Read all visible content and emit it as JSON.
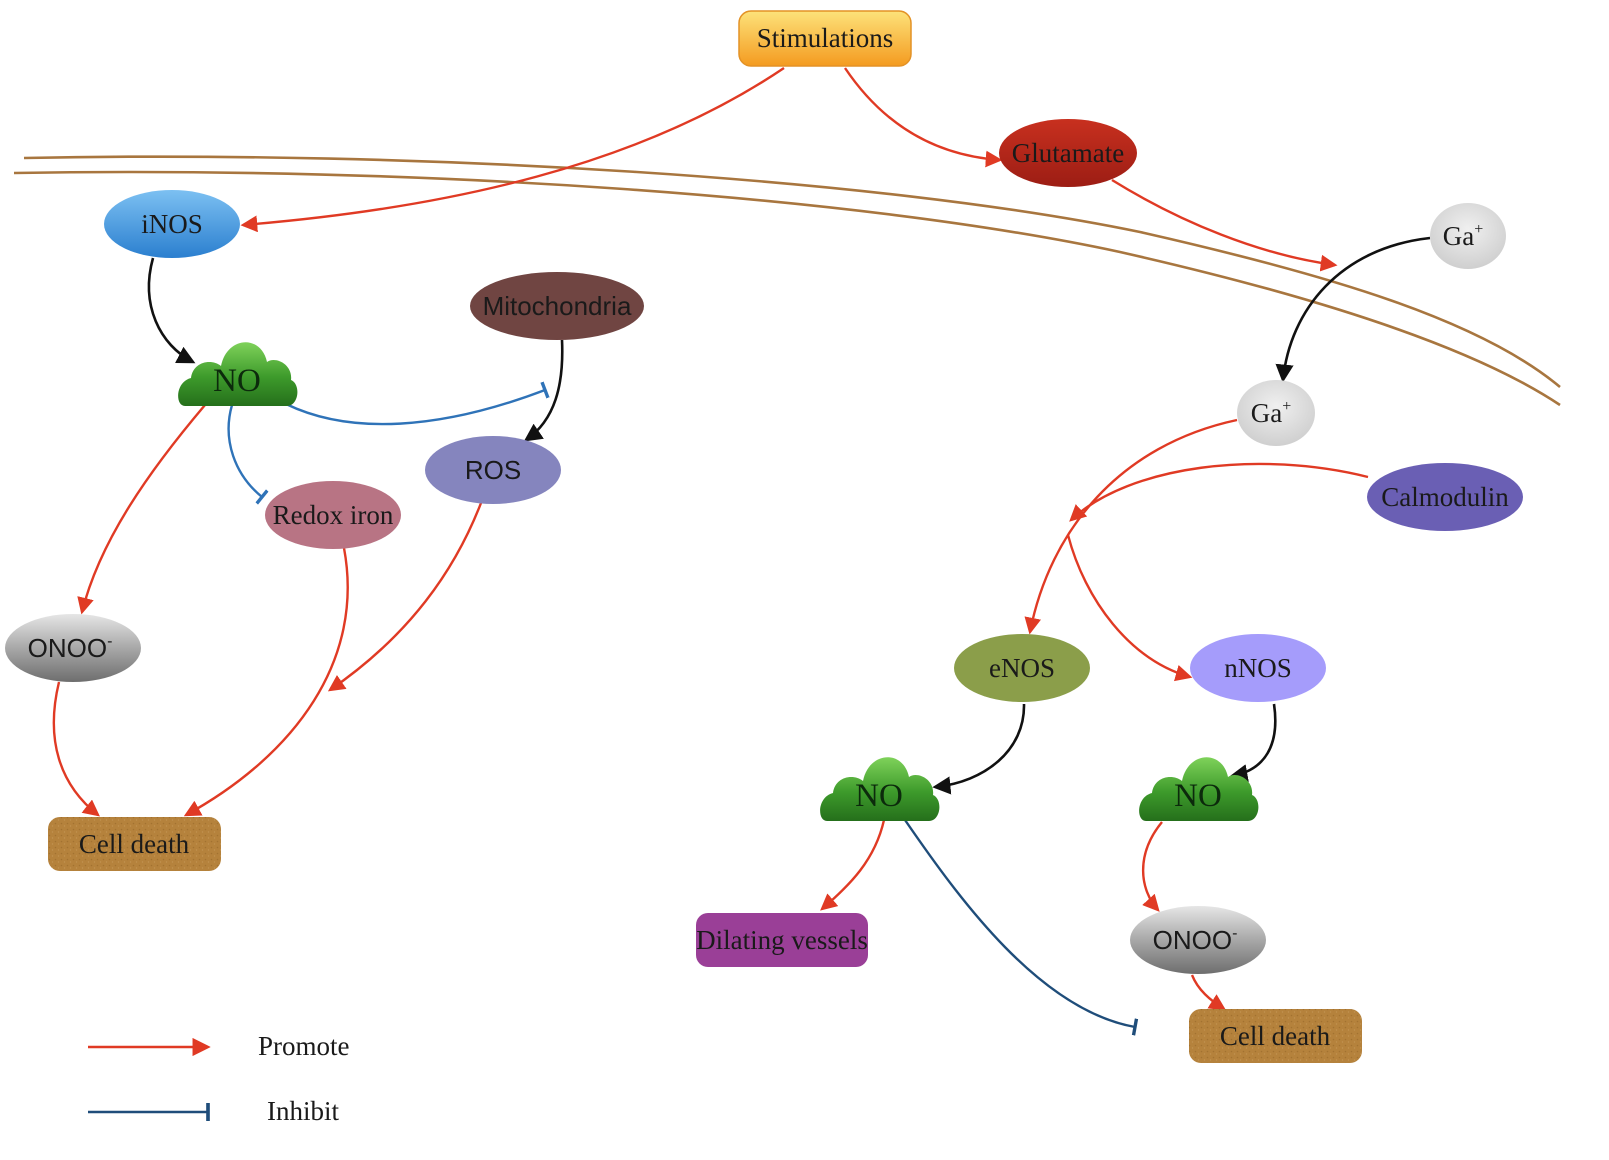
{
  "colors": {
    "promote": "#e03a24",
    "inhibit": "#2f73b8",
    "inhibit_dark": "#1f4d7a",
    "neutral": "#111111",
    "membrane": "#a8763f",
    "stimulations": "#f7b733",
    "glutamate": "#b3241a",
    "inos": "#3f92db",
    "ga": "#dadada",
    "no_cloud": "#3e9a2e",
    "mitochondria": "#6f4340",
    "ros": "#8585be",
    "redox_iron": "#b87484",
    "onoo": "#9a9a9a",
    "cell_death": "#b5823c",
    "calmodulin": "#6a5fb4",
    "enos": "#8b9e4a",
    "nnos": "#a59cfb",
    "dilating_vessels": "#9a3f97"
  },
  "nodes": {
    "stimulations": "Stimulations",
    "glutamate": "Glutamate",
    "inos": "iNOS",
    "ga_outer": "Ga",
    "ga_outer_sup": "+",
    "ga_inner": "Ga",
    "ga_inner_sup": "+",
    "no_left": "NO",
    "mitochondria": "Mitochondria",
    "ros": "ROS",
    "redox_iron": "Redox iron",
    "onoo_left": "ONOO",
    "onoo_left_sup": "-",
    "cell_death_left": "Cell death",
    "calmodulin": "Calmodulin",
    "enos": "eNOS",
    "nnos": "nNOS",
    "no_middle": "NO",
    "no_right": "NO",
    "dilating_vessels": "Dilating vessels",
    "onoo_right": "ONOO",
    "onoo_right_sup": "-",
    "cell_death_right": "Cell death"
  },
  "legend": {
    "promote": "Promote",
    "inhibit": "Inhibit"
  }
}
